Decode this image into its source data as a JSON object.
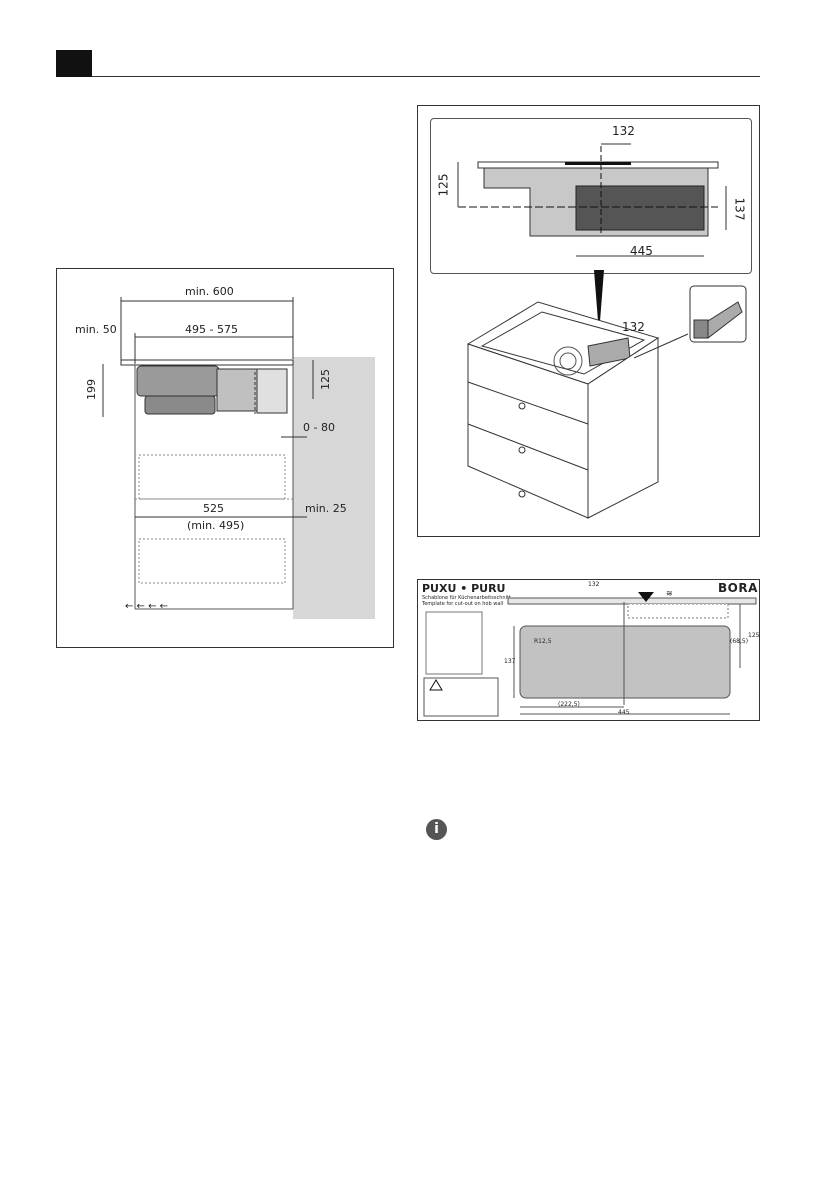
{
  "figure_left": {
    "dims": {
      "min_600": "min. 600",
      "min_50": "min. 50",
      "range_495_575": "495 - 575",
      "d199": "199",
      "d125": "125",
      "range_0_80": "0 - 80",
      "d525": "525",
      "min_495": "(min. 495)",
      "min_25": "min. 25"
    }
  },
  "figure_right": {
    "dims": {
      "d132_top": "132",
      "d125": "125",
      "d137": "137",
      "d445": "445",
      "d132_mid": "132"
    }
  },
  "template_card": {
    "title": "PUXU • PURU",
    "subtitle_de": "Schablone für Küchenarbeitsschnitt",
    "subtitle_en": "Template for cut-out on hob wall",
    "brand": "BORA",
    "dims": {
      "d132": "132",
      "d125": "125",
      "d137": "137",
      "d445": "445",
      "d222": "(222,5)",
      "d68": "(68,5)",
      "r12": "R12,5"
    }
  },
  "colors": {
    "panel_grey": "#c8c8c8",
    "cutout_grey": "#bdbdbd",
    "dark_grey": "#555555",
    "line": "#333333"
  }
}
